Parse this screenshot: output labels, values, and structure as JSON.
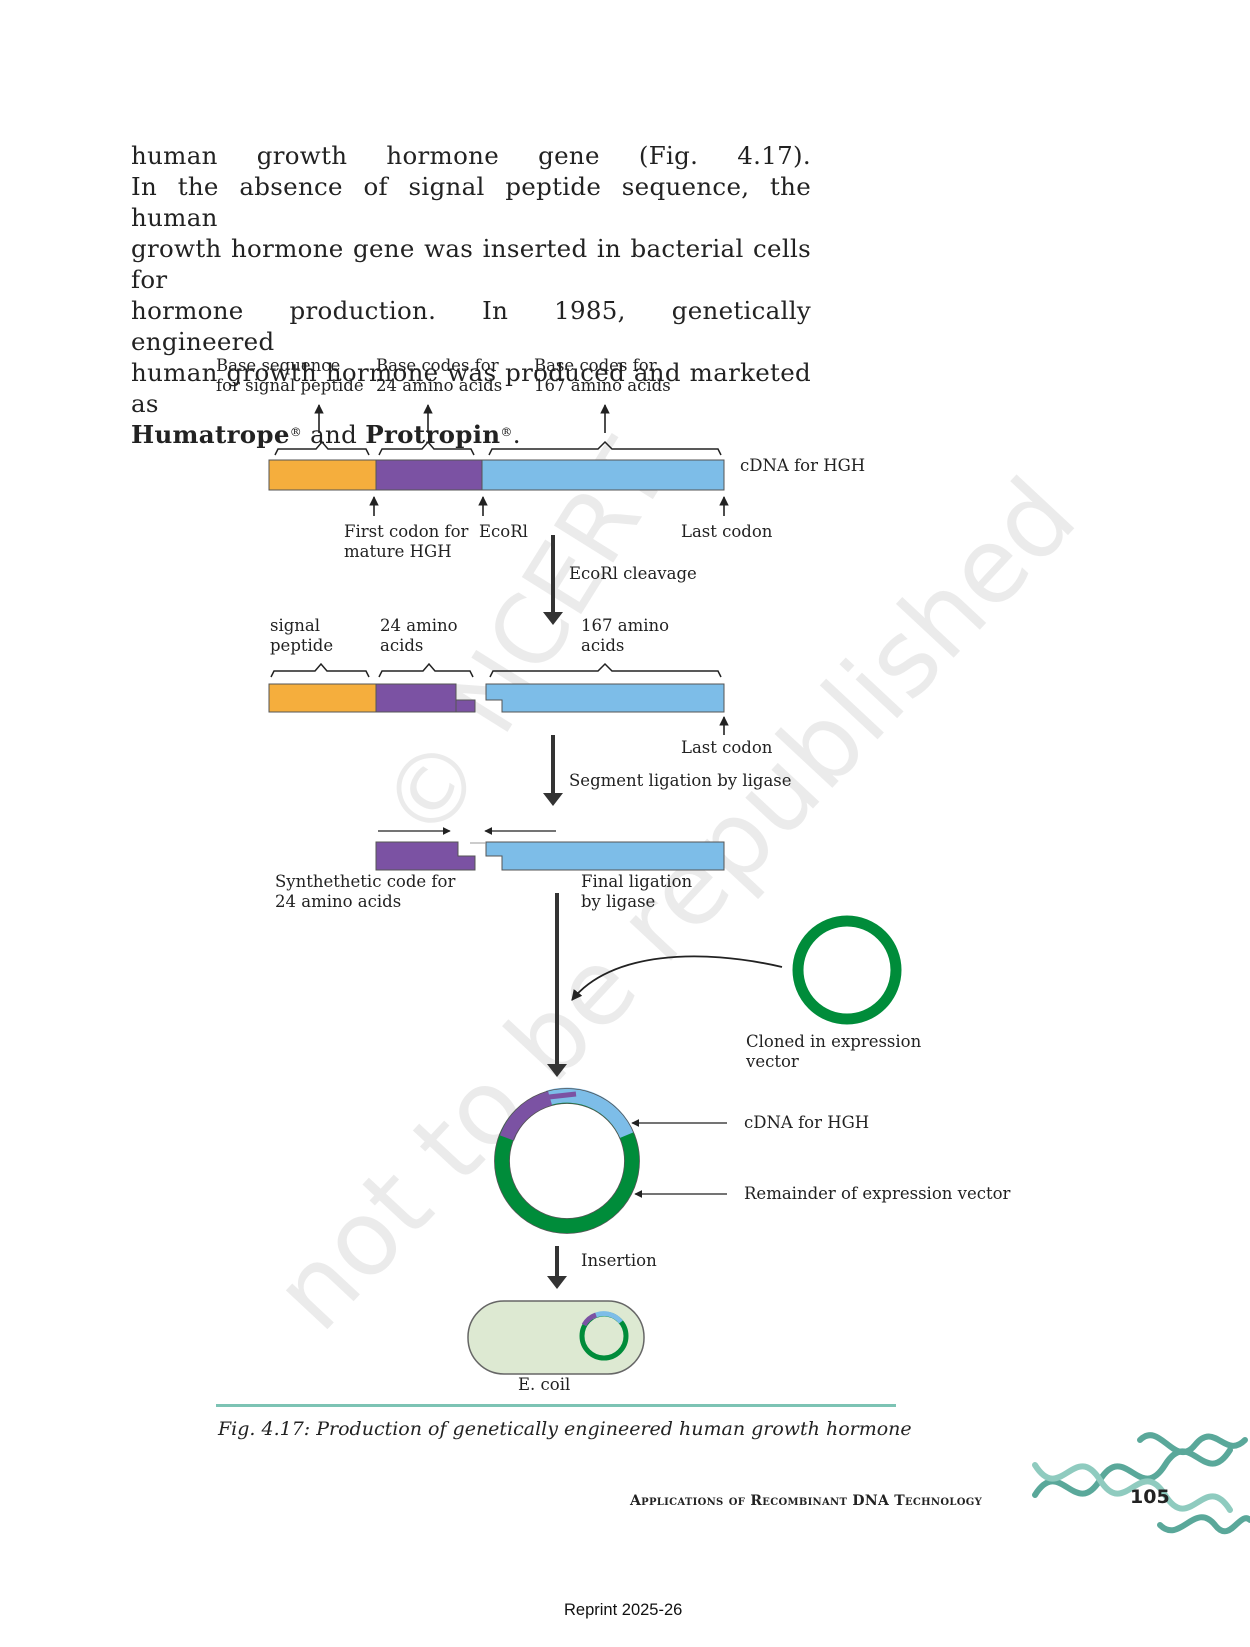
{
  "paragraph": {
    "line1": "human growth hormone gene (Fig. 4.17).",
    "line2": "In the absence of signal peptide sequence, the human",
    "line3": "growth hormone gene was inserted in bacterial cells for",
    "line4": "hormone production. In 1985, genetically engineered",
    "line5": "human growth hormone was produced and marketed as",
    "brand1": "Humatrope",
    "reg": "®",
    "and": " and ",
    "brand2": "Protropin",
    "period": "."
  },
  "figure": {
    "label_signal_seq": [
      "Base sequence",
      "for signal peptide"
    ],
    "label_24_codes": [
      "Base codes for",
      "24 amino acids"
    ],
    "label_167_codes": [
      "Base codes for",
      "167 amino acids"
    ],
    "label_cdna": "cDNA for HGH",
    "label_first_codon": [
      "First codon for",
      "mature HGH"
    ],
    "label_ecori": "EcoRl",
    "label_last_codon": "Last codon",
    "step_ecori_cleavage": "EcoRl cleavage",
    "label_signal_peptide": [
      "signal",
      "peptide"
    ],
    "label_24_amino": [
      "24 amino",
      "acids"
    ],
    "label_167_amino": [
      "167 amino",
      "acids"
    ],
    "label_last_codon_2": "Last codon",
    "step_segment_ligation": "Segment ligation by ligase",
    "label_synthetic": [
      "Synthethetic code for",
      "24 amino acids"
    ],
    "step_final_ligation": [
      "Final ligation",
      "by ligase"
    ],
    "label_cloned": [
      "Cloned in expression",
      "vector"
    ],
    "label_cdna_hgh": "cDNA for HGH",
    "label_remainder": "Remainder of expression vector",
    "step_insertion": "Insertion",
    "label_ecoil": "E. coil"
  },
  "caption": "Fig. 4.17: Production of genetically engineered human growth hormone",
  "footer": {
    "chapter_title": "Applications of Recombinant DNA Technology",
    "page_number": "105",
    "reprint": "Reprint 2025-26"
  },
  "watermark": {
    "line1": "© NCERT",
    "line2": "not to be republished"
  },
  "colors": {
    "signal": "#f5ae3d",
    "amino24": "#7b52a3",
    "amino167": "#7dbde8",
    "vector": "#008c3a",
    "ecoli_fill": "#dde9d2",
    "rule": "#7cc3b4",
    "helix": "#5aa89a"
  }
}
